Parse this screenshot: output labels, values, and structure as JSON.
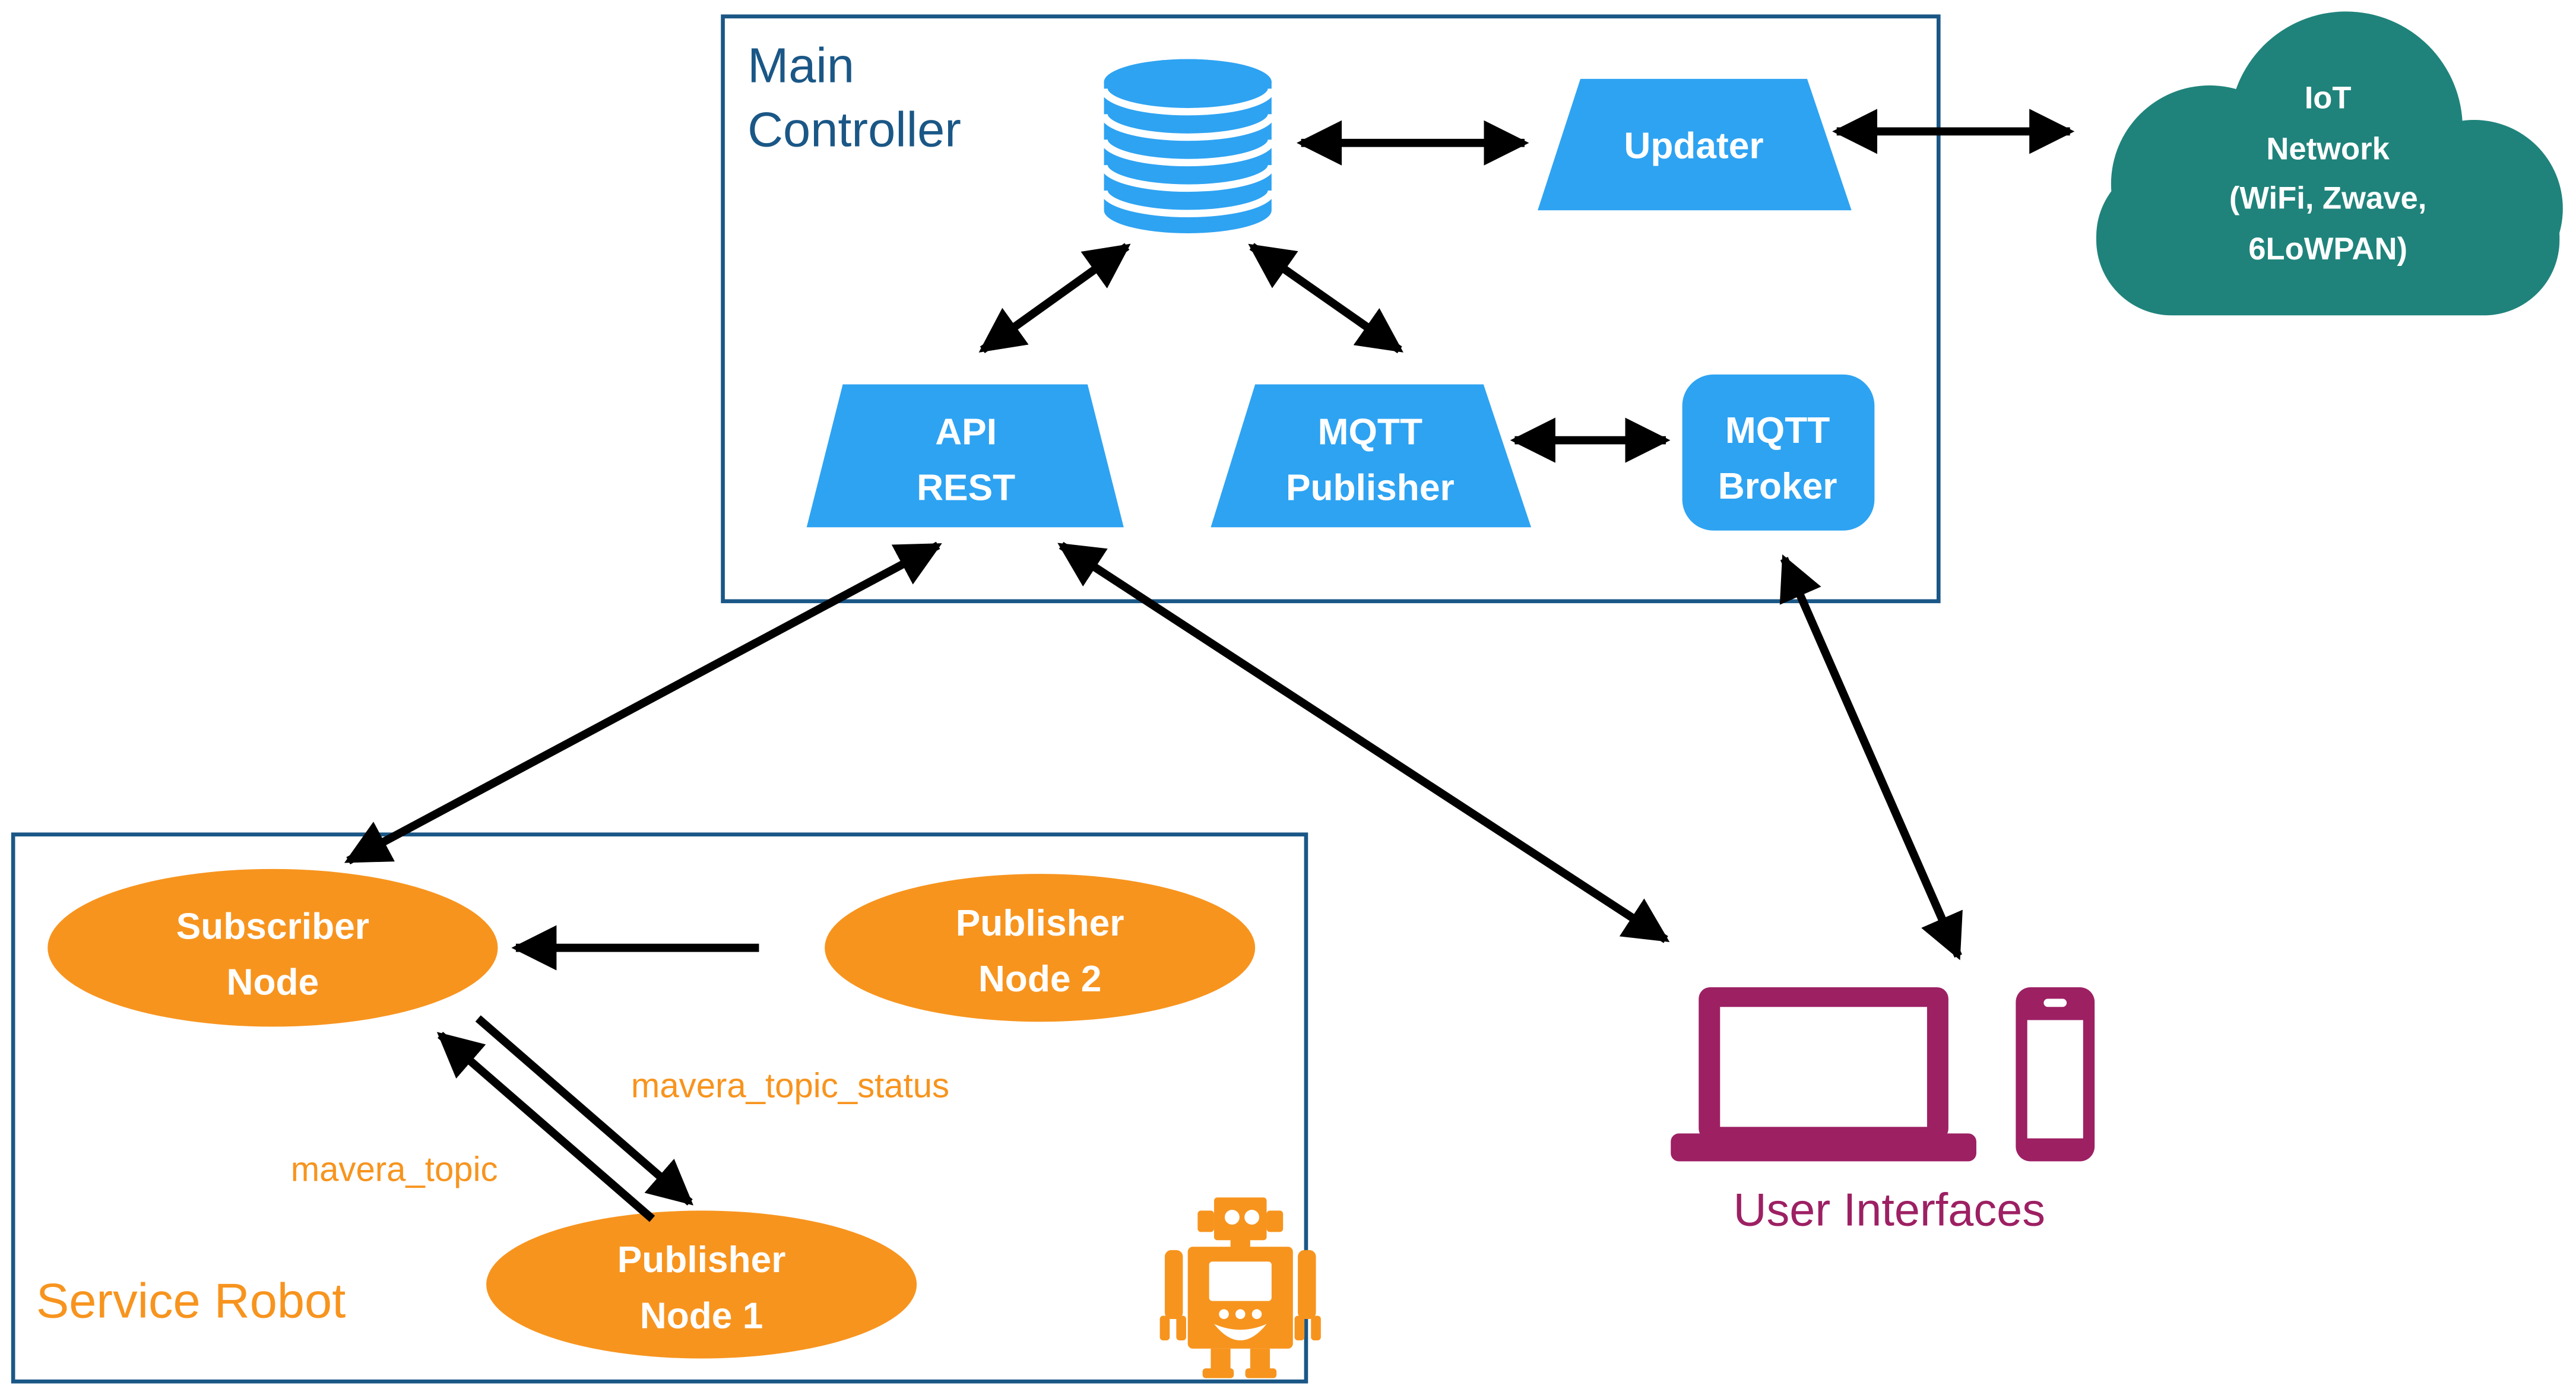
{
  "colors": {
    "blue": "#2EA3F2",
    "navy": "#1A5786",
    "teal": "#1F837B",
    "orange": "#F7941E",
    "magenta": "#9D2063",
    "arrow": "#000000"
  },
  "main_controller": {
    "title": "Main\nController",
    "updater": "Updater",
    "api_rest": "API\nREST",
    "mqtt_publisher": "MQTT\nPublisher",
    "mqtt_broker": "MQTT\nBroker"
  },
  "iot_network": {
    "label": "IoT\nNetwork\n(WiFi, Zwave,\n6LoWPAN)"
  },
  "service_robot": {
    "title": "Service Robot",
    "subscriber_node": "Subscriber\nNode",
    "publisher_node_2": "Publisher\nNode 2",
    "publisher_node_1": "Publisher\nNode 1",
    "topic_status_label": "mavera_topic_status",
    "topic_label": "mavera_topic"
  },
  "user_interfaces": {
    "label": "User Interfaces"
  }
}
